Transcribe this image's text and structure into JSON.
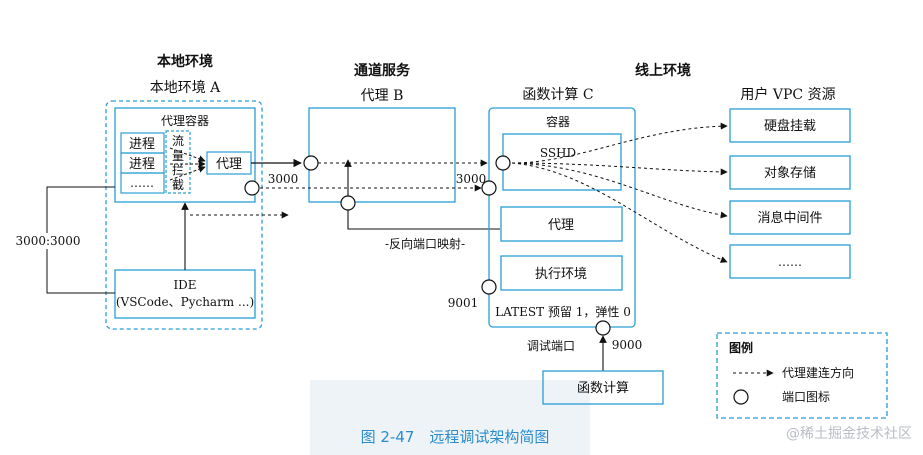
{
  "zones": {
    "local": "本地环境",
    "channel": "通道服务",
    "online": "线上环境"
  },
  "groups": {
    "local_a": "本地环境 A",
    "proxy_b": "代理 B",
    "func_c": "函数计算 C",
    "vpc": "用户 VPC 资源"
  },
  "local": {
    "proxy_container": "代理容器",
    "process1": "进程",
    "process2": "进程",
    "process_more": "……",
    "traffic_intercept": [
      "流",
      "量",
      "拦",
      "截"
    ],
    "proxy": "代理",
    "ide_title": "IDE",
    "ide_sub": "(VSCode、Pycharm ...)",
    "port_map": "3000:3000"
  },
  "channel": {
    "port_left": "3000",
    "reverse_mapping": "-反向端口映射-"
  },
  "online": {
    "container": "容器",
    "sshd": "SSHD",
    "port_right": "3000",
    "proxy": "代理",
    "runtime": "执行环境",
    "port_9001": "9001",
    "latest": "LATEST 预留 1，弹性 0",
    "debug_port": "调试端口",
    "port_9000": "9000",
    "func_compute": "函数计算"
  },
  "vpc": {
    "items": [
      "硬盘挂载",
      "对象存储",
      "消息中间件",
      "……"
    ]
  },
  "legend": {
    "title": "图例",
    "arrow_label": "代理建连方向",
    "port_label": "端口图标"
  },
  "caption": "图 2-47　远程调试架构简图",
  "watermark": "@稀土掘金技术社区",
  "colors": {
    "accent": "#2a9fd6",
    "line": "#111111",
    "caption": "#2a8ccb",
    "caption_bg": "#eef3f8"
  }
}
